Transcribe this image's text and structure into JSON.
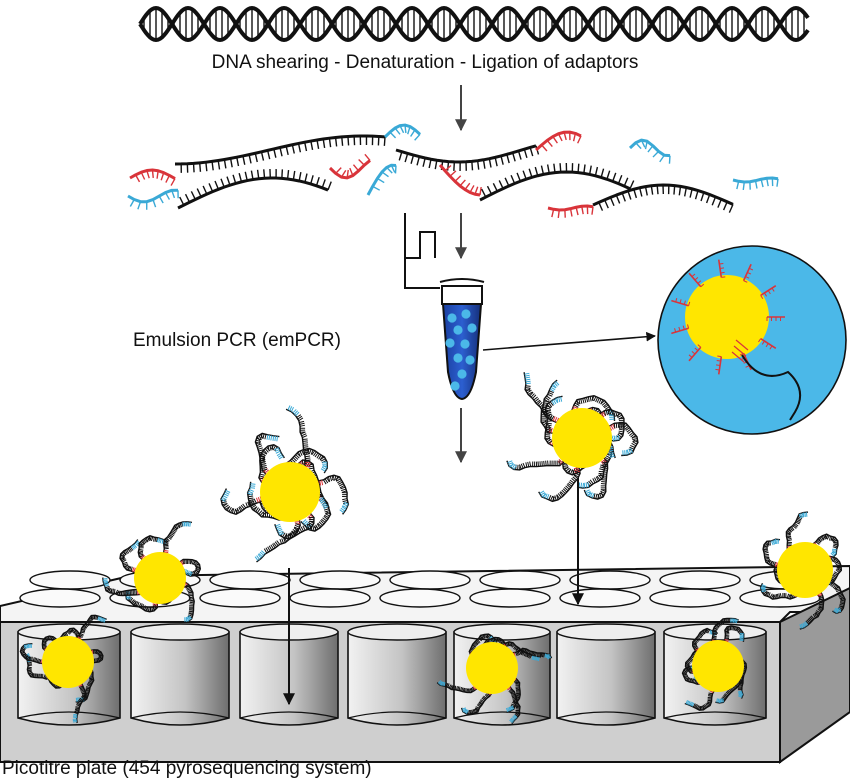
{
  "labels": {
    "step1": "DNA shearing - Denaturation - Ligation of adaptors",
    "emulsion": "Emulsion PCR (emPCR)",
    "plate": "Picotitre plate (454 pyrosequencing system)"
  },
  "colors": {
    "dna": "#111111",
    "adaptor_red": "#d9343a",
    "adaptor_blue": "#3aa9d6",
    "bead": "#ffe600",
    "droplet": "#4bb8e8",
    "tube_liquid": "#1a3fa0",
    "plate_fill": "#cfcfcf",
    "plate_edge": "#111111"
  }
}
